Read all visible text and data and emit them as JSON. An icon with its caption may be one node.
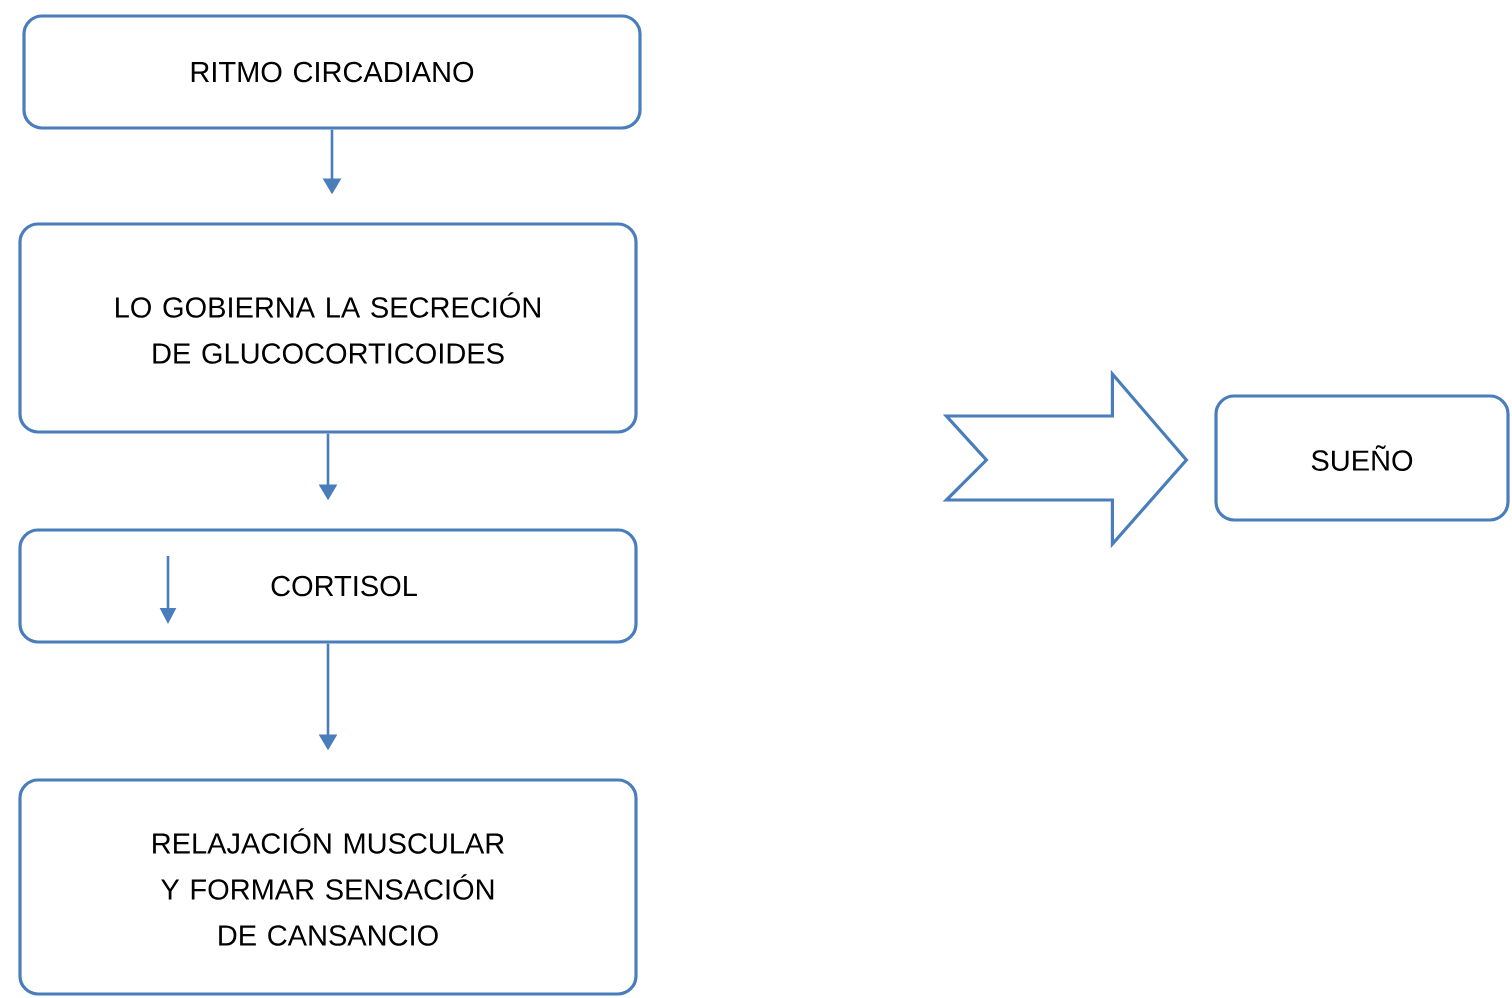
{
  "diagram": {
    "nodes": [
      {
        "text": [
          "RITMO CIRCADIANO"
        ]
      },
      {
        "text": [
          "LO GOBIERNA LA SECRECIÓN DE GLUCOCORTICOIDES"
        ]
      },
      {
        "text": [
          "CORTISOL"
        ]
      },
      {
        "text": [
          "RELAJACIÓN MUSCULAR Y FORMAR SENSACIÓN DE CANSANCIO"
        ]
      },
      {
        "text": [
          "SUEÑO"
        ]
      }
    ],
    "edges": [
      {
        "from": 0,
        "to": 1,
        "arrow": "to"
      },
      {
        "from": 1,
        "to": 2,
        "arrow": "to"
      },
      {
        "from": 2,
        "to": 3,
        "arrow": "to"
      },
      {
        "from": null,
        "to": 4,
        "arrow": "to",
        "style": "thick"
      }
    ]
  }
}
